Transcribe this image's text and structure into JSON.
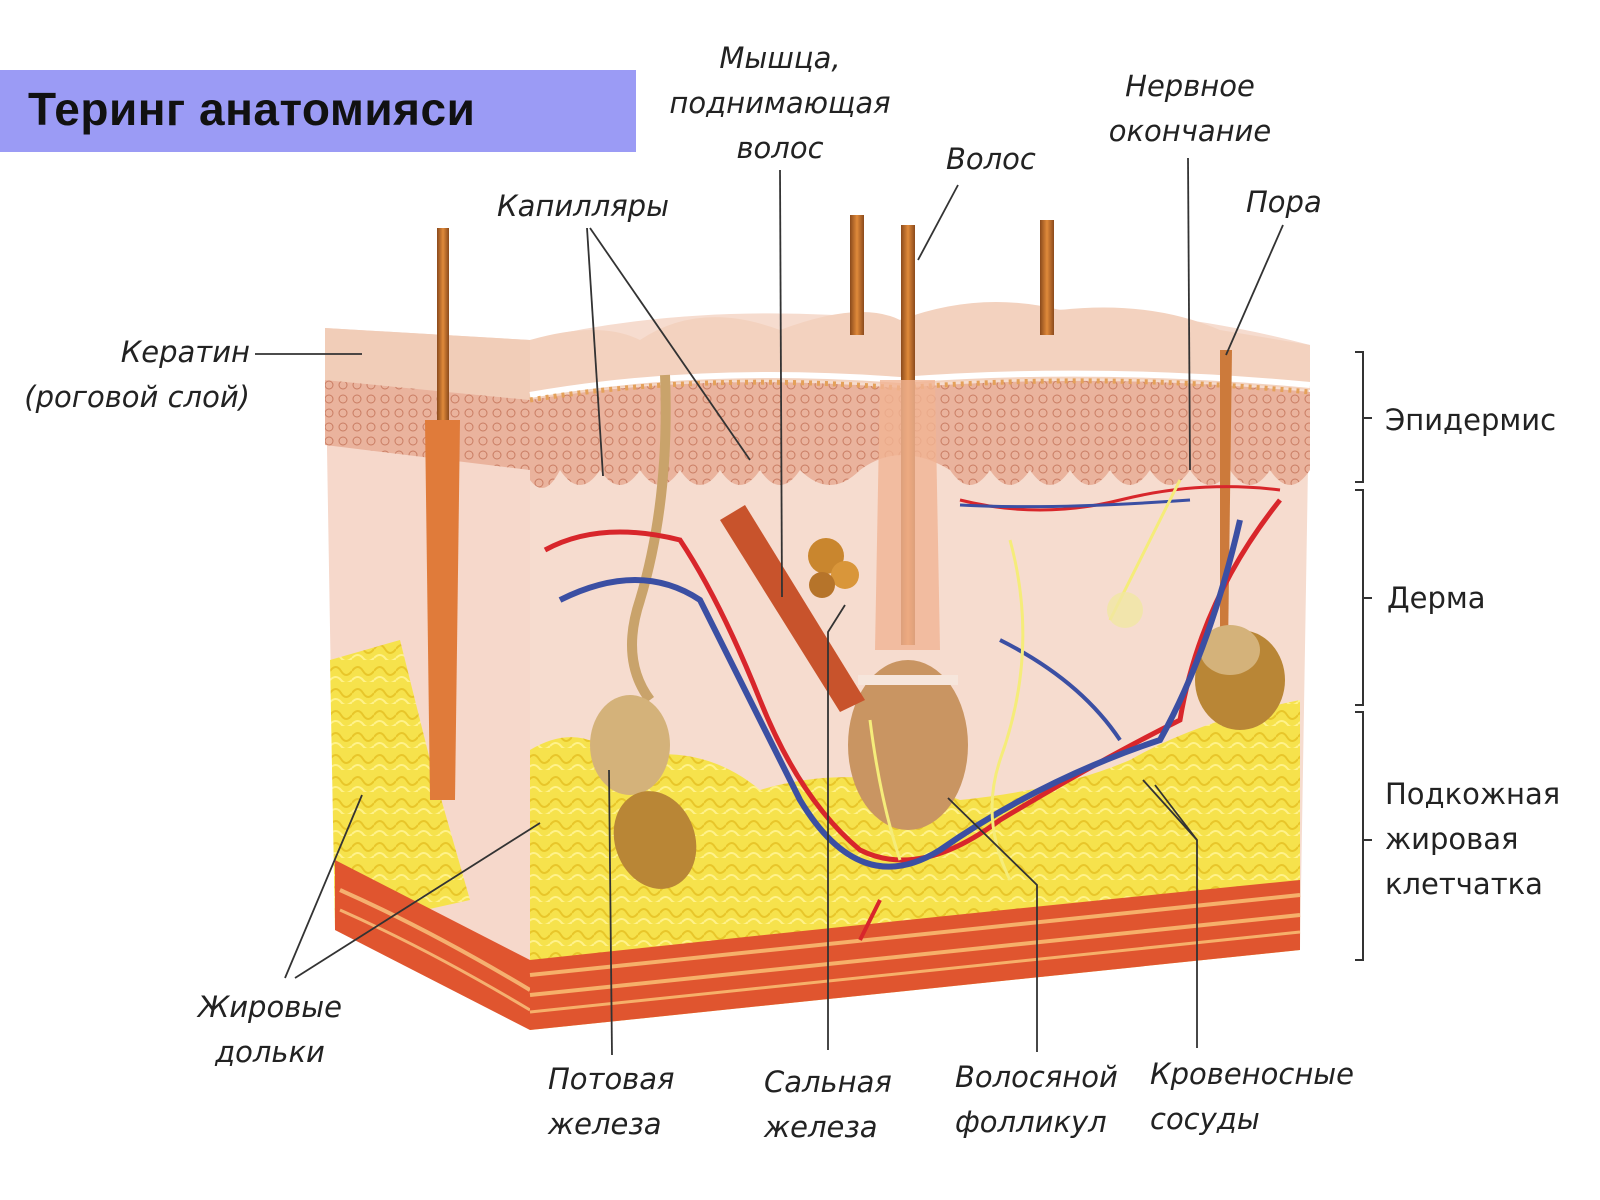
{
  "title": "Теринг анатомияси",
  "labels": {
    "muscle": [
      "Мышца,",
      "поднимающая",
      "волос"
    ],
    "nerve_ending": [
      "Нервное",
      "окончание"
    ],
    "hair": "Волос",
    "capillaries": "Капилляры",
    "pore": "Пора",
    "keratin": [
      "Кератин",
      "(роговой слой)"
    ],
    "fat_lobules": [
      "Жировые",
      "дольки"
    ],
    "sweat_gland": [
      "Потовая",
      "железа"
    ],
    "sebaceous_gland": [
      "Сальная",
      "железа"
    ],
    "hair_follicle": [
      "Волосяной",
      "фолликул"
    ],
    "blood_vessels": [
      "Кровеносные",
      "сосуды"
    ]
  },
  "layers": {
    "epidermis": "Эпидермис",
    "dermis": "Дерма",
    "hypodermis": [
      "Подкожная",
      "жировая",
      "клетчатка"
    ]
  },
  "colors": {
    "title_bg": "#9b9bf5",
    "skin_surface": "#f3d2bf",
    "epidermis": "#e8a07e",
    "dermis": "#f6dccf",
    "fat": "#f4e04a",
    "muscle_base": "#d9542b",
    "artery": "#d8262b",
    "vein": "#3b4fa3",
    "hair": "#c8692a",
    "nerve": "#f5ec7a"
  }
}
